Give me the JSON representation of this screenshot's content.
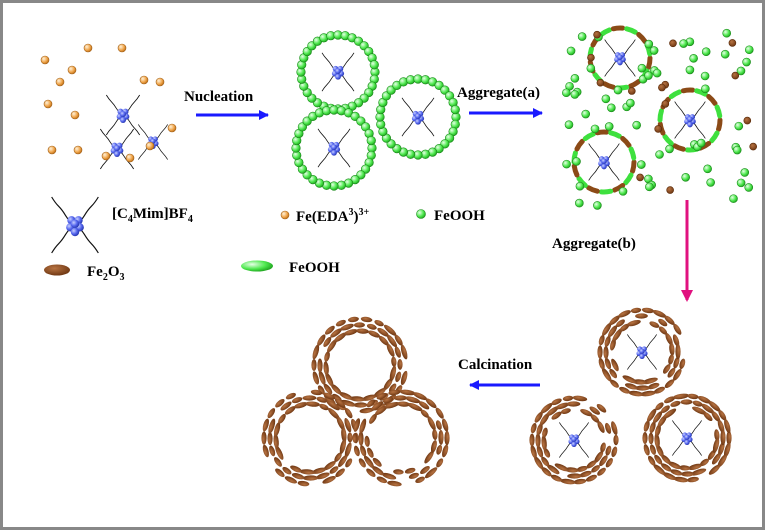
{
  "stages": {
    "nucleation": "Nucleation",
    "aggregate_a": "Aggregate(a)",
    "aggregate_b": "Aggregate(b)",
    "calcination": "Calcination"
  },
  "legend": {
    "ionic_liquid": {
      "prefix": "[C",
      "sub": "4",
      "mid": "Mim]BF",
      "sub2": "4"
    },
    "fe_complex": {
      "prefix": "Fe(EDA",
      "sup": "3",
      "mid": ")",
      "sup2": "3+"
    },
    "feooh_sphere": "FeOOH",
    "fe2o3": {
      "prefix": "Fe",
      "sub": "2",
      "mid": "O",
      "sub2": "3"
    },
    "feooh_ellipse": "FeOOH"
  },
  "colors": {
    "fe_complex": "#f0a54a",
    "feooh": "#3ee03e",
    "fe2o3": "#8b4a17",
    "ionic_liquid": "#5566ee",
    "arrow_blue": "#1a1aff",
    "arrow_magenta": "#e0117f",
    "border": "#888888"
  }
}
